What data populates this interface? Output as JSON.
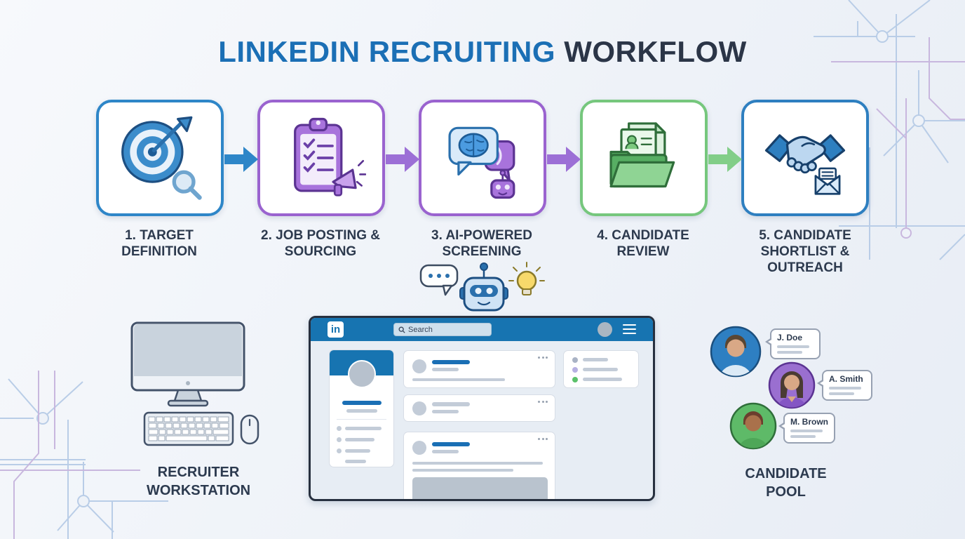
{
  "title": {
    "part1": "LINKEDIN RECRUITING",
    "part2": " WORKFLOW"
  },
  "steps": [
    {
      "label": "1. TARGET DEFINITION",
      "icon": "target-magnifier-icon",
      "accent": "#2e86c8"
    },
    {
      "label": "2. JOB POSTING & SOURCING",
      "icon": "clipboard-megaphone-icon",
      "accent": "#9a63cf"
    },
    {
      "label": "3. AI-POWERED SCREENING",
      "icon": "chat-brain-robot-icon",
      "accent": "#9a63cf"
    },
    {
      "label": "4. CANDIDATE REVIEW",
      "icon": "folder-documents-icon",
      "accent": "#76c77d"
    },
    {
      "label": "5. CANDIDATE SHORTLIST & OUTREACH",
      "icon": "handshake-envelope-icon",
      "accent": "#2e7fc0"
    }
  ],
  "arrows": [
    {
      "color": "#2e86c8"
    },
    {
      "color": "#9c6fd6"
    },
    {
      "color": "#9c6fd6"
    },
    {
      "color": "#82ce88"
    }
  ],
  "robot_group": {
    "icons": [
      "chat-dots-icon",
      "robot-icon",
      "lightbulb-icon"
    ]
  },
  "browser": {
    "logo_text": "in",
    "search_placeholder": "Search"
  },
  "sections": {
    "workstation_label": "RECRUITER WORKSTATION",
    "candidate_pool_label": "CANDIDATE POOL"
  },
  "candidates": [
    {
      "name": "J. Doe",
      "avatar_color": "#2e7fc2"
    },
    {
      "name": "A. Smith",
      "avatar_color": "#9a6fd0"
    },
    {
      "name": "M. Brown",
      "avatar_color": "#5eba68"
    }
  ],
  "colors": {
    "title_blue": "#1b6fb5",
    "title_dark": "#2b3547",
    "linkedin_blue": "#1774b1",
    "arrow_blue": "#2e86c8",
    "arrow_purple": "#9c6fd6",
    "arrow_green": "#82ce88",
    "side_card_dots": [
      "#a9b3c5",
      "#b6b0e2",
      "#5bc16a"
    ]
  }
}
